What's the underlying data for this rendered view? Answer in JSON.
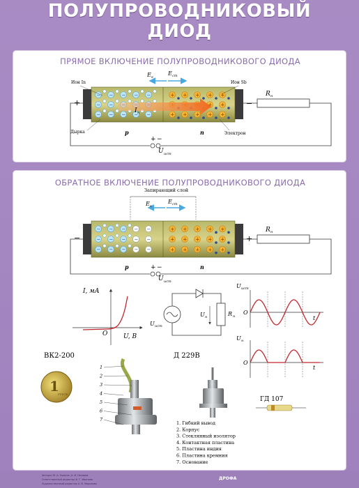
{
  "poster": {
    "title_line1": "ПОЛУПРОВОДНИКОВЫЙ",
    "title_line2": "ДИОД"
  },
  "forward": {
    "heading": "ПРЯМОЕ ВКЛЮЧЕНИЕ ПОЛУПРОВОДНИКОВОГО ДИОДА",
    "ion_in": "Ион In",
    "ion_sb": "Ион Sb",
    "field_k": "E",
    "field_k_sub": "к",
    "field_st": "E",
    "field_st_sub": "ст",
    "current": "I",
    "current_sub": "п",
    "plus_left": "+",
    "minus_right": "−",
    "resistor": "R",
    "resistor_sub": "н",
    "hole": "Дырка",
    "p": "p",
    "n": "n",
    "electron": "Электрон",
    "src_plus": "+",
    "src_minus": "−",
    "source": "U",
    "source_sub": "ист"
  },
  "reverse": {
    "heading": "ОБРАТНОЕ ВКЛЮЧЕНИЕ ПОЛУПРОВОДНИКОВОГО ДИОДА",
    "barrier": "Запирающий слой",
    "field_k": "E",
    "field_k_sub": "к",
    "field_st": "E",
    "field_st_sub": "ст",
    "minus_left": "−",
    "plus_right": "+",
    "resistor": "R",
    "resistor_sub": "н",
    "p": "p",
    "n": "n",
    "src_plus": "+",
    "src_minus": "−",
    "source": "U",
    "source_sub": "ист"
  },
  "iv_chart": {
    "ylabel": "I, мА",
    "xlabel": "U, В",
    "origin": "O"
  },
  "rectifier": {
    "source": "U",
    "source_sub": "ист",
    "u_load": "U",
    "u_load_sub": "н",
    "r_load": "R",
    "r_load_sub": "н"
  },
  "wave_top": {
    "ylabel": "U",
    "ylabel_sub": "ист",
    "origin": "O",
    "t": "t"
  },
  "wave_bottom": {
    "ylabel": "U",
    "ylabel_sub": "н",
    "origin": "O",
    "t": "t"
  },
  "devices": {
    "vk": "ВК2-200",
    "d229": "Д 229В",
    "gd107": "ГД 107",
    "coin_value": "1",
    "coin_word": "РУБЛЬ",
    "numbers": [
      "1",
      "2",
      "3",
      "4",
      "5",
      "6",
      "7"
    ]
  },
  "legend": [
    "1. Гибкий вывод",
    "2. Корпус",
    "3. Стеклянный изолятор",
    "4. Контактная пластина",
    "5. Пластина индия",
    "6. Пластина кремния",
    "7. Основание"
  ],
  "footer": {
    "line1": "Авторы: М. А. Ушаков, А. И. Назаров",
    "line2": "Ответственный редактор В. Г. Иванова",
    "line3": "Художественный редактор А. В. Морозова",
    "logo": "ДРОФА"
  },
  "colors": {
    "background": "#a98bc4",
    "heading": "#8a6cae",
    "crystal": "#8a8a40",
    "current_arrow": "#f06a1e",
    "field_arrow": "#4aa8e0"
  }
}
